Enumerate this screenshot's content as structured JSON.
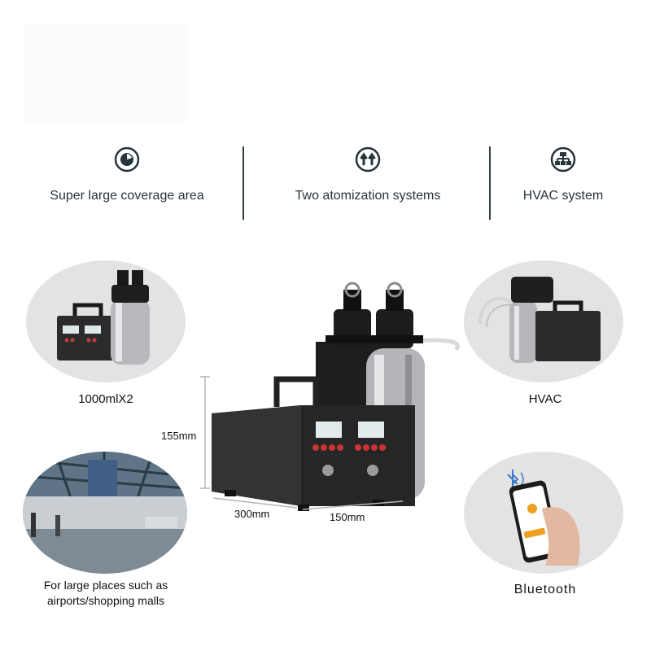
{
  "features": [
    {
      "label": "Super large coverage area",
      "icon": "clock-dial-icon"
    },
    {
      "label": "Two atomization systems",
      "icon": "double-up-arrow-icon"
    },
    {
      "label": "HVAC system",
      "icon": "network-tree-icon"
    }
  ],
  "captions": {
    "top_left": "1000mlX2",
    "top_right": "HVAC",
    "bottom_left_line1": "For large places such as",
    "bottom_left_line2": "airports/shopping malls",
    "bottom_right": "Bluetooth"
  },
  "dimensions": {
    "height": "155mm",
    "length": "300mm",
    "width": "150mm"
  },
  "colors": {
    "accent": "#26343b",
    "device_body": "#2b2b2b",
    "oval_bg": "#e3e3e3"
  }
}
